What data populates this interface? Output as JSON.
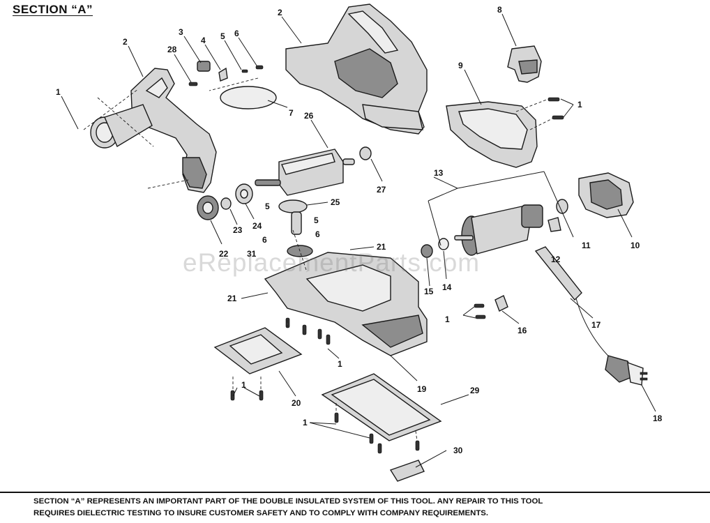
{
  "section_title": "SECTION “A”",
  "watermark": "eReplacementParts.com",
  "footer_note_line1": "SECTION “A” REPRESENTS AN IMPORTANT PART OF THE DOUBLE INSULATED SYSTEM OF THIS TOOL. ANY REPAIR TO THIS TOOL",
  "footer_note_line2": "REQUIRES DIELECTRIC TESTING TO INSURE CUSTOMER SAFETY AND TO COMPLY WITH COMPANY REQUIREMENTS.",
  "callouts": [
    {
      "id": "c1a",
      "text": "1"
    },
    {
      "id": "c2a",
      "text": "2"
    },
    {
      "id": "c2b",
      "text": "2"
    },
    {
      "id": "c3",
      "text": "3"
    },
    {
      "id": "c28",
      "text": "28"
    },
    {
      "id": "c4",
      "text": "4"
    },
    {
      "id": "c5a",
      "text": "5"
    },
    {
      "id": "c6a",
      "text": "6"
    },
    {
      "id": "c7",
      "text": "7"
    },
    {
      "id": "c8",
      "text": "8"
    },
    {
      "id": "c9",
      "text": "9"
    },
    {
      "id": "c1b",
      "text": "1"
    },
    {
      "id": "c26",
      "text": "26"
    },
    {
      "id": "c27",
      "text": "27"
    },
    {
      "id": "c13",
      "text": "13"
    },
    {
      "id": "c10",
      "text": "10"
    },
    {
      "id": "c11",
      "text": "11"
    },
    {
      "id": "c12",
      "text": "12"
    },
    {
      "id": "c25",
      "text": "25"
    },
    {
      "id": "c5b",
      "text": "5"
    },
    {
      "id": "c5c",
      "text": "5"
    },
    {
      "id": "c6b",
      "text": "6"
    },
    {
      "id": "c6c",
      "text": "6"
    },
    {
      "id": "c23",
      "text": "23"
    },
    {
      "id": "c24",
      "text": "24"
    },
    {
      "id": "c22",
      "text": "22"
    },
    {
      "id": "c31",
      "text": "31"
    },
    {
      "id": "c21a",
      "text": "21"
    },
    {
      "id": "c21b",
      "text": "21"
    },
    {
      "id": "c15",
      "text": "15"
    },
    {
      "id": "c14",
      "text": "14"
    },
    {
      "id": "c16",
      "text": "16"
    },
    {
      "id": "c17",
      "text": "17"
    },
    {
      "id": "c1c",
      "text": "1"
    },
    {
      "id": "c1d",
      "text": "1"
    },
    {
      "id": "c19",
      "text": "19"
    },
    {
      "id": "c1e",
      "text": "1"
    },
    {
      "id": "c20",
      "text": "20"
    },
    {
      "id": "c29",
      "text": "29"
    },
    {
      "id": "c18",
      "text": "18"
    },
    {
      "id": "c1f",
      "text": "1"
    },
    {
      "id": "c30",
      "text": "30"
    }
  ]
}
